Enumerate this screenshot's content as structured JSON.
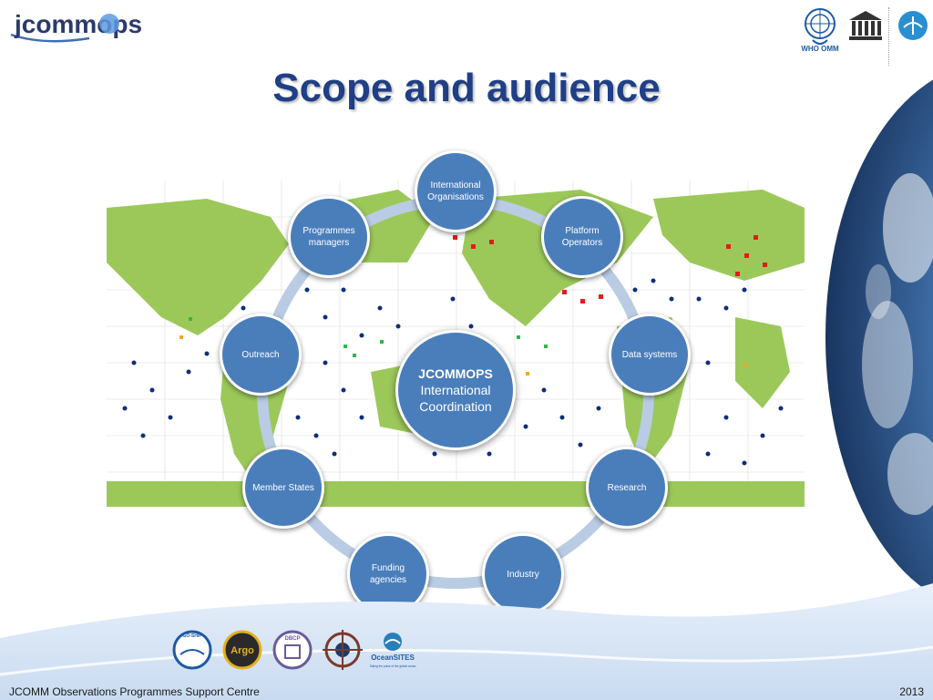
{
  "header": {
    "logo_text": "jcommops",
    "wmo_label": "WHO OMM"
  },
  "title": "Scope and audience",
  "hub": {
    "title": "JCOMMOPS",
    "line1": "International",
    "line2": "Coordination"
  },
  "nodes": [
    {
      "label": "International Organisations"
    },
    {
      "label": "Platform Operators"
    },
    {
      "label": "Data systems"
    },
    {
      "label": "Research"
    },
    {
      "label": "Industry"
    },
    {
      "label": "Funding agencies"
    },
    {
      "label": "Member States"
    },
    {
      "label": "Outreach"
    },
    {
      "label": "Programmes managers"
    }
  ],
  "partners": {
    "oceansites": "OceanSITES",
    "argo": "Argo",
    "dbcp": "DBCP",
    "goship": "GO-SHIP",
    "oceansites_tagline": "Taking the pulse of the global ocean"
  },
  "footer": {
    "left": "JCOMM Observations Programmes Support Centre",
    "right": "2013"
  },
  "colors": {
    "node_fill": "#4a7ebb",
    "title": "#1f3f86",
    "ring": "#b9cce4"
  }
}
